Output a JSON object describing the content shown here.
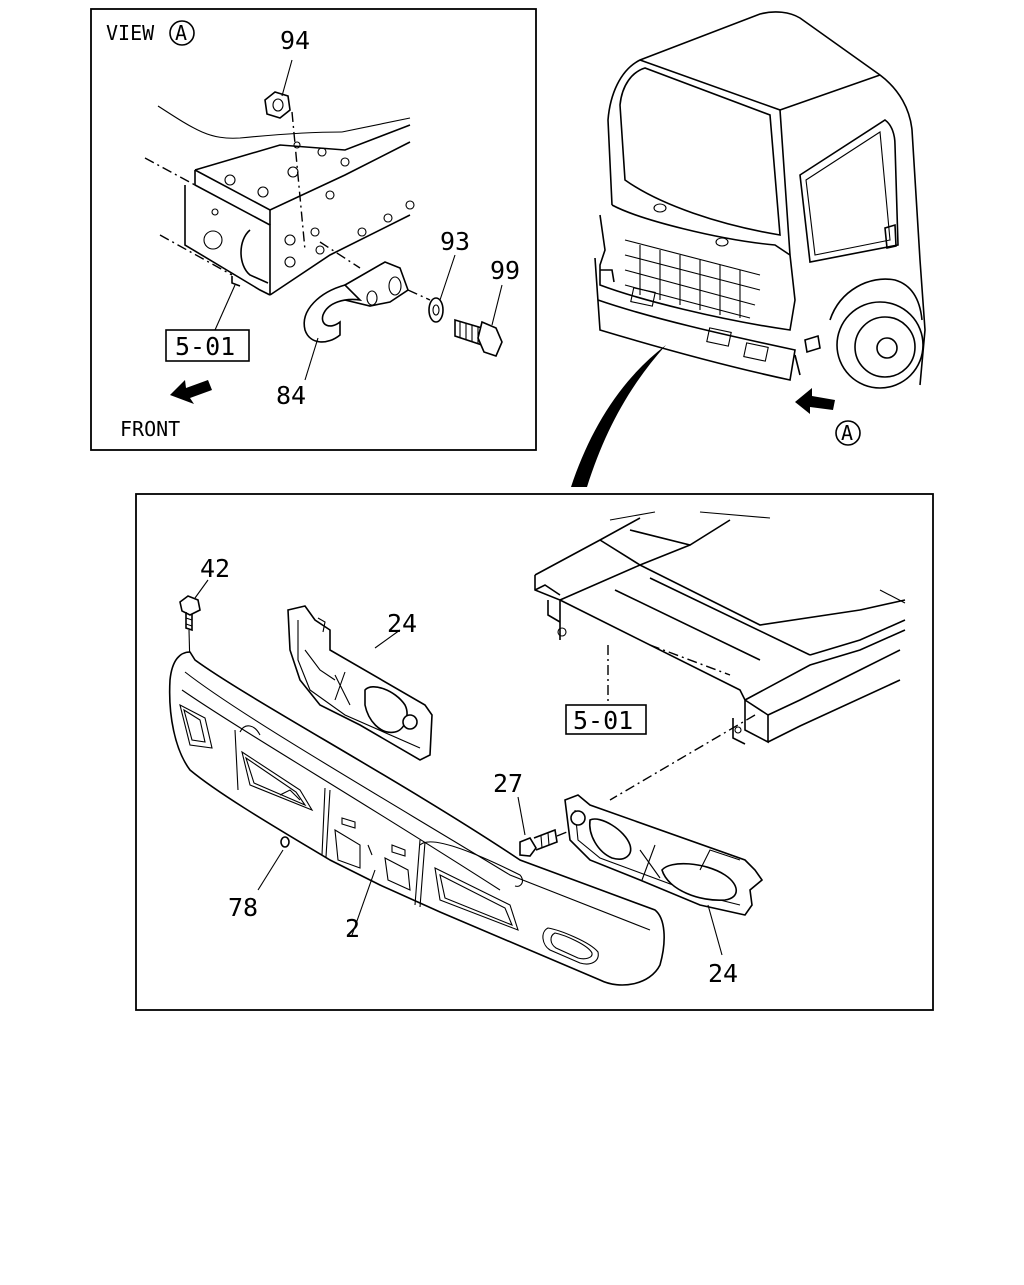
{
  "view_panel": {
    "title_prefix": "VIEW",
    "title_circle": "A",
    "front_label": "FRONT",
    "ref_box": "5-01",
    "callouts": {
      "nut": "94",
      "washer": "93",
      "bolt": "99",
      "hook": "84"
    }
  },
  "truck": {
    "view_marker": "A"
  },
  "main_panel": {
    "ref_box": "5-01",
    "callouts": {
      "bolt_top": "42",
      "bracket_left": "24",
      "bolt_right": "27",
      "bracket_right": "24",
      "clip": "78",
      "bumper": "2"
    }
  }
}
